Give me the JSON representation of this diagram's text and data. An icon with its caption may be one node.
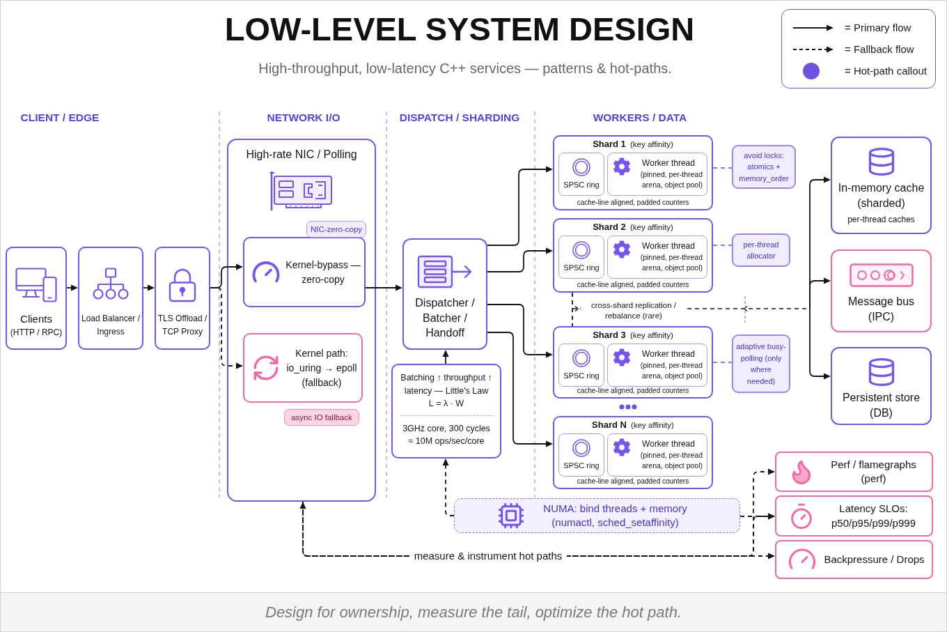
{
  "diagram": {
    "title": "LOW-LEVEL SYSTEM DESIGN",
    "caption": "Design for ownership, measure the tail, optimize the hot path.",
    "nodes": [
      {
        "text": [
          "Clients",
          "(HTTP / RPC)"
        ]
      },
      {
        "text": [
          "Load Balancer / Ingress"
        ]
      },
      {
        "text": [
          "TLS Offload / TCP Proxy"
        ]
      },
      {
        "text": [
          "High-rate NIC / Polling"
        ]
      },
      {
        "text": [
          "NIC-zero-copy"
        ],
        "in": 3
      },
      {
        "text": [
          "Kernel-bypass — zero-copy"
        ],
        "in": 3
      },
      {
        "text": [
          "Kernel path: io_uring → epoll (fallback)"
        ],
        "in": 3
      },
      {
        "text": [
          "async IO fallback"
        ],
        "in": 3
      },
      {
        "text": [
          "Dispatcher / Batcher / Handoff"
        ]
      },
      {
        "text": [
          "Batching ↑ throughput ↑ latency — Little's Law L = λ · W",
          "3GHz core, 300 cycles ≈ 10M ops/sec/core"
        ]
      },
      {
        "text": [
          "**Shard 1** (key affinity)",
          "cache-line aligned, padded counters"
        ]
      },
      {
        "text": [
          "SPSC ring"
        ],
        "in": 10
      },
      {
        "text": [
          "Worker thread",
          "(pinned, per-thread arena, object pool)"
        ],
        "in": 10
      },
      {
        "text": [
          "avoid locks: atomics + memory_order"
        ]
      },
      {
        "text": [
          "**Shard 2** (key affinity)",
          "cache-line aligned, padded counters"
        ]
      },
      {
        "text": [
          "SPSC ring"
        ],
        "in": 14
      },
      {
        "text": [
          "Worker thread",
          "(pinned, per-thread arena, object pool)"
        ],
        "in": 14
      },
      {
        "text": [
          "per-thread allocator"
        ]
      },
      {
        "text": [
          "**Shard 3** (key affinity)",
          "cache-line aligned, padded counters"
        ]
      },
      {
        "text": [
          "SPSC ring"
        ],
        "in": 18
      },
      {
        "text": [
          "Worker thread",
          "(pinned, per-thread arena, object pool)"
        ],
        "in": 18
      },
      {
        "text": [
          "adaptive busy-polling (only where needed)"
        ]
      },
      {
        "text": [
          "**Shard N** (key affinity)",
          "cache-line aligned, padded counters"
        ]
      },
      {
        "text": [
          "SPSC ring"
        ],
        "in": 22
      },
      {
        "text": [
          "Worker thread",
          "(pinned, per-thread arena, object pool)"
        ],
        "in": 22
      },
      {
        "text": [
          "In-memory cache (sharded)",
          "per-thread caches"
        ]
      },
      {
        "text": [
          "Message bus (IPC)"
        ]
      },
      {
        "text": [
          "Persistent store (DB)"
        ]
      },
      {
        "text": [
          "NUMA: bind threads + memory (numactl, sched_setaffinity)"
        ]
      },
      {
        "text": [
          "Perf / flamegraphs (perf)"
        ]
      },
      {
        "text": [
          "Latency SLOs: p50/p95/p99/p999"
        ]
      },
      {
        "text": [
          "Backpressure / Drops"
        ]
      }
    ],
    "edges": [
      {
        "from": 0,
        "to": 1,
        "arrow": "to"
      },
      {
        "from": 1,
        "to": 2,
        "arrow": "to"
      },
      {
        "from": 2,
        "to": 5,
        "arrow": "to"
      },
      {
        "from": 2,
        "to": 6,
        "arrow": "to",
        "style": "dashed"
      },
      {
        "from": 5,
        "to": 8,
        "arrow": "to"
      },
      {
        "from": 8,
        "to": 10,
        "arrow": "to"
      },
      {
        "from": 8,
        "to": 14,
        "arrow": "to"
      },
      {
        "from": 8,
        "to": 18,
        "arrow": "to"
      },
      {
        "from": 8,
        "to": 22,
        "arrow": "to"
      },
      {
        "from": 9,
        "to": 8,
        "arrow": "to"
      },
      {
        "from": 10,
        "to": 13,
        "arrow": "none",
        "style": "dashed",
        "color": "#8b74f0"
      },
      {
        "from": 14,
        "to": 17,
        "arrow": "none",
        "style": "dashed",
        "color": "#8b74f0"
      },
      {
        "from": 18,
        "to": 21,
        "arrow": "none",
        "style": "dashed",
        "color": "#8b74f0"
      },
      {
        "from": 14,
        "to": 18,
        "arrow": "none",
        "style": "dashed",
        "label": "cross-shard replication / rebalance (rare)"
      },
      {
        "from": null,
        "to": 25,
        "arrow": "to"
      },
      {
        "from": null,
        "to": 26,
        "arrow": "to"
      },
      {
        "from": null,
        "to": 27,
        "arrow": "to"
      },
      {
        "from": 28,
        "to": 9,
        "arrow": "to",
        "style": "dashed"
      },
      {
        "from": 28,
        "to": 30,
        "arrow": "to",
        "style": "dashed"
      },
      {
        "from": 3,
        "to": 31,
        "arrow": "both",
        "style": "dashed",
        "label": "measure & instrument hot paths"
      },
      {
        "from": 3,
        "to": 29,
        "arrow": "to",
        "style": "dashed"
      },
      {
        "from": 3,
        "to": 30,
        "arrow": "to",
        "style": "dashed"
      }
    ],
    "labels": [
      "High-throughput, low-latency C++ services — patterns & hot-paths.",
      "CLIENT / EDGE",
      "NETWORK I/O",
      "DISPATCH / SHARDING",
      "WORKERS / DATA"
    ],
    "legend": [
      {
        "text": "= Primary flow"
      },
      {
        "text": "= Fallback flow"
      },
      {
        "text": "= Hot-path callout",
        "color": "#6f52e0"
      }
    ]
  }
}
